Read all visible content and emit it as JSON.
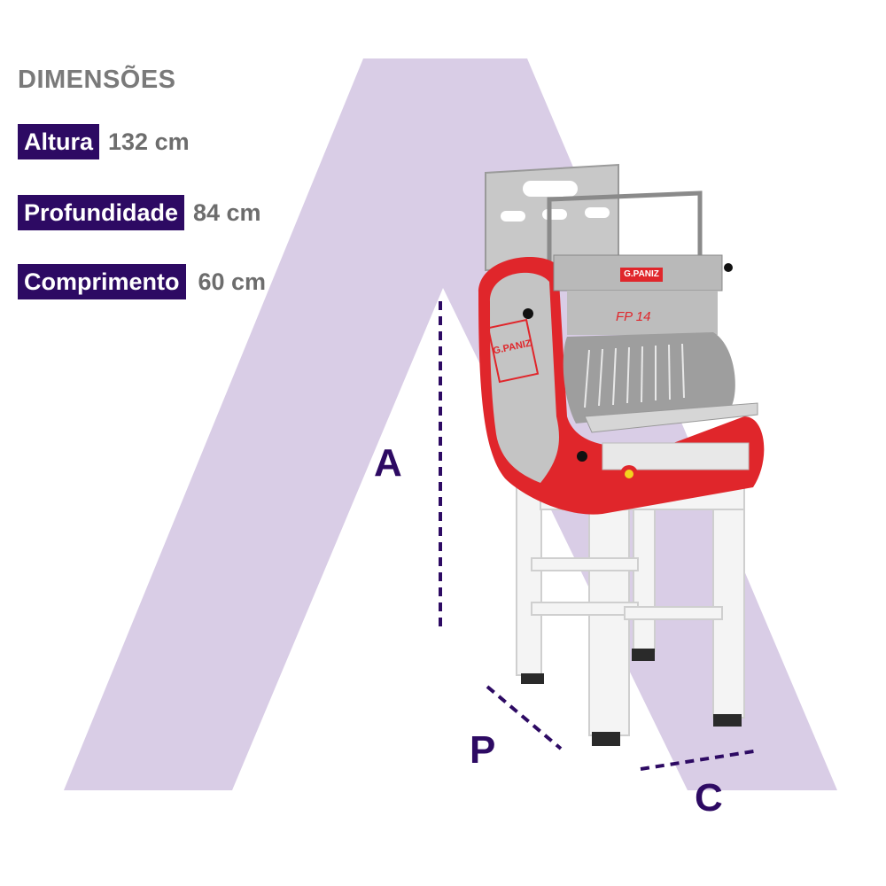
{
  "title": "DIMENSÕES",
  "specs": [
    {
      "label": "Altura",
      "value": "132 cm"
    },
    {
      "label": "Profundidade",
      "value": "84 cm"
    },
    {
      "label": "Comprimento",
      "value": "60 cm"
    }
  ],
  "dimension_letters": {
    "a": "A",
    "p": "P",
    "c": "C"
  },
  "machine": {
    "brand": "G.PANIZ",
    "model": "FP 14"
  },
  "colors": {
    "accent_purple": "#2d0a63",
    "background_shape": "#d9cde6",
    "machine_red": "#e0262b",
    "label_text": "#6d6d6d"
  }
}
